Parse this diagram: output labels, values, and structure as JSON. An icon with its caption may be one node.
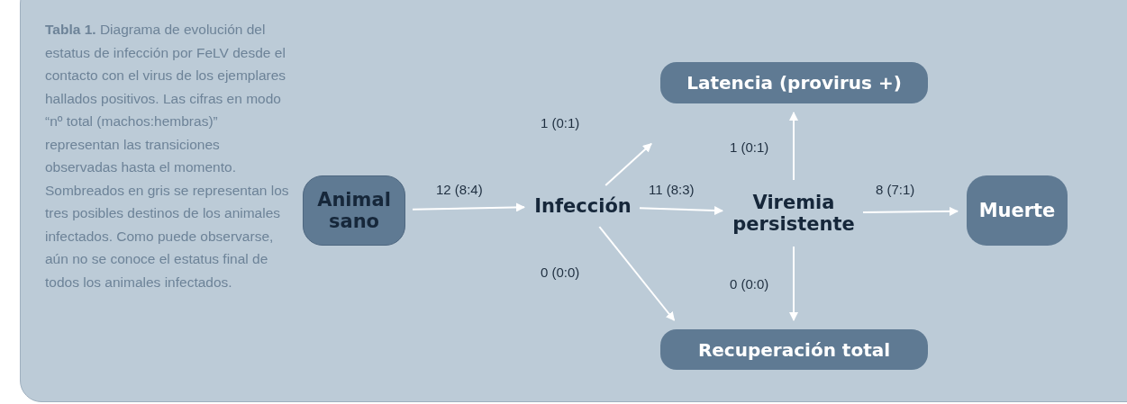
{
  "diagram": {
    "caption": "**Tabla 1.** Diagrama de evolución del estatus de infección por FeLV desde el contacto con el virus de los ejemplares hallados positivos. Las cifras en modo “nº total (machos:hembras)” representan las transiciones observadas hasta el momento. Sombreados en gris se representan los tres posibles destinos de los animales infectados. Como puede observarse, aún no se conoce el estatus final de todos los animales infectados.",
    "nodes": [
      {
        "text": [
          "Animal sano"
        ]
      },
      {
        "text": [
          "Infección"
        ]
      },
      {
        "text": [
          "Viremia persistente"
        ]
      },
      {
        "text": [
          "Latencia (provirus +)"
        ]
      },
      {
        "text": [
          "Muerte"
        ]
      },
      {
        "text": [
          "Recuperación total"
        ]
      }
    ],
    "edges": [
      {
        "from": 0,
        "to": 1,
        "arrow": "to",
        "label": "12 (8:4)"
      },
      {
        "from": 1,
        "to": 3,
        "arrow": "to",
        "label": "1 (0:1)"
      },
      {
        "from": 1,
        "to": 2,
        "arrow": "to",
        "label": "11 (8:3)"
      },
      {
        "from": 1,
        "to": 5,
        "arrow": "to",
        "label": "0 (0:0)"
      },
      {
        "from": 2,
        "to": 3,
        "arrow": "to",
        "label": "1 (0:1)"
      },
      {
        "from": 2,
        "to": 5,
        "arrow": "to",
        "label": "0 (0:0)"
      },
      {
        "from": 2,
        "to": 4,
        "arrow": "to",
        "label": "8 (7:1)"
      }
    ]
  }
}
